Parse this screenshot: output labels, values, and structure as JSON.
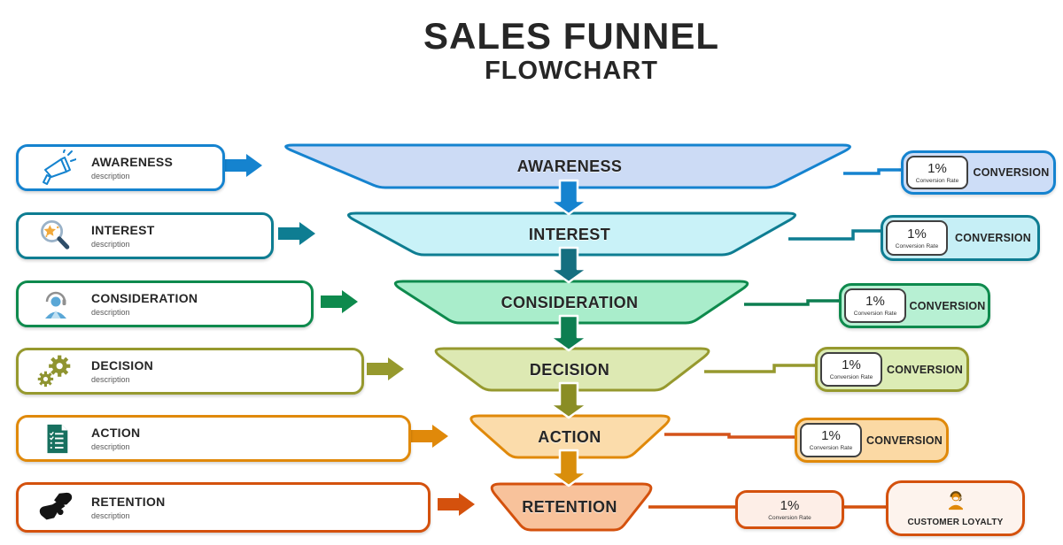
{
  "title": {
    "main": "SALES FUNNEL",
    "sub": "FLOWCHART"
  },
  "stages": [
    {
      "name": "AWARENESS",
      "funnel_label": "AWARENESS",
      "description": "description",
      "icon": "megaphone-icon",
      "conversion": {
        "rate": "1%",
        "caption": "Conversion Rate",
        "label": "CONVERSION"
      },
      "colors": {
        "border": "#1583cf",
        "funnel_fill": "#ccdbf5",
        "conversion_fill": "#cdddf7",
        "arrow": "#1583cf",
        "down_arrow": "#1583cf",
        "connector": "#1583cf"
      }
    },
    {
      "name": "INTEREST",
      "funnel_label": "INTEREST",
      "description": "description",
      "icon": "magnifier-star-icon",
      "conversion": {
        "rate": "1%",
        "caption": "Conversion Rate",
        "label": "CONVERSION"
      },
      "colors": {
        "border": "#0e7d92",
        "funnel_fill": "#c9f2f8",
        "conversion_fill": "#c6eff6",
        "arrow": "#0e7d92",
        "down_arrow": "#156f80",
        "connector": "#0e7d92"
      }
    },
    {
      "name": "CONSIDERATION",
      "funnel_label": "CONSIDERATION",
      "description": "description",
      "icon": "support-person-icon",
      "conversion": {
        "rate": "1%",
        "caption": "Conversion Rate",
        "label": "CONVERSION"
      },
      "colors": {
        "border": "#0e8a4d",
        "funnel_fill": "#a9edcb",
        "conversion_fill": "#b7f0d3",
        "arrow": "#0e8a4d",
        "down_arrow": "#0d7e51",
        "connector": "#0d7e51"
      }
    },
    {
      "name": "DECISION",
      "funnel_label": "DECISION",
      "description": "description",
      "icon": "gears-icon",
      "conversion": {
        "rate": "1%",
        "caption": "Conversion Rate",
        "label": "CONVERSION"
      },
      "colors": {
        "border": "#96992e",
        "funnel_fill": "#dde9b3",
        "conversion_fill": "#dcecb5",
        "arrow": "#96992e",
        "down_arrow": "#8a8d24",
        "connector": "#96992e"
      }
    },
    {
      "name": "ACTION",
      "funnel_label": "ACTION",
      "description": "description",
      "icon": "checklist-doc-icon",
      "conversion": {
        "rate": "1%",
        "caption": "Conversion Rate",
        "label": "CONVERSION"
      },
      "colors": {
        "border": "#e0890a",
        "funnel_fill": "#fbdcab",
        "conversion_fill": "#fbd9a4",
        "arrow": "#e0890a",
        "down_arrow": "#d98e0b",
        "connector": "#d4531a"
      }
    },
    {
      "name": "RETENTION",
      "funnel_label": "RETENTION",
      "description": "description",
      "icon": "handshake-icon",
      "conversion": {
        "rate": "1%",
        "caption": "Conversion Rate"
      },
      "loyalty": {
        "label": "CUSTOMER LOYALTY",
        "icon": "customer-agent-icon"
      },
      "colors": {
        "border": "#d4510d",
        "funnel_fill": "#f8c29b",
        "rate_fill": "#fdeee7",
        "loyalty_fill": "#fdf3ed",
        "arrow": "#d4510d",
        "connector": "#d4510d"
      }
    }
  ]
}
